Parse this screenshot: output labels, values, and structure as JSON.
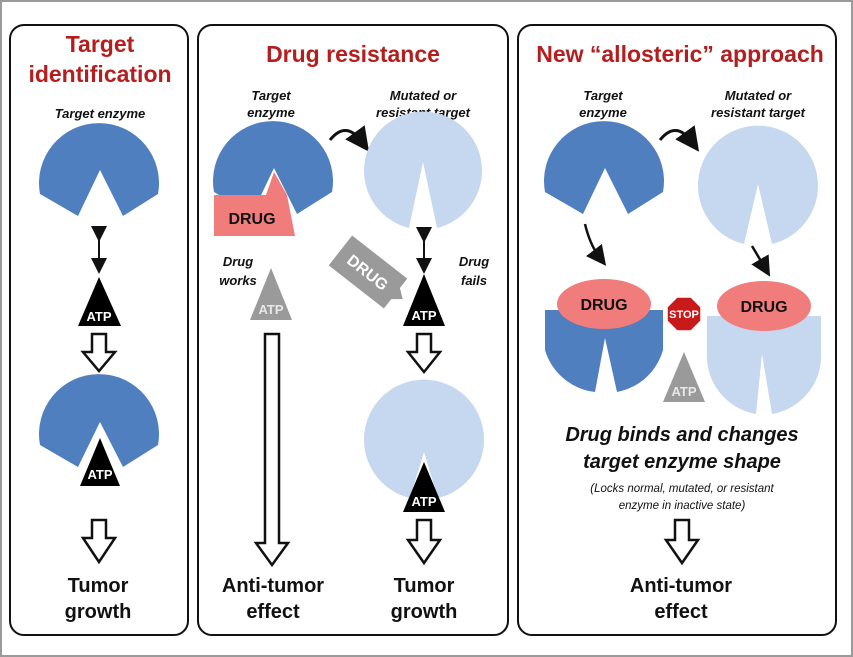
{
  "panels": {
    "target": {
      "title_line1": "Target",
      "title_line2": "identification",
      "enzyme_label": "Target enzyme",
      "atp": "ATP",
      "atp_bound": "ATP",
      "outcome_line1": "Tumor",
      "outcome_line2": "growth"
    },
    "resistance": {
      "title": "Drug resistance",
      "enzyme_label_line1": "Target",
      "enzyme_label_line2": "enzyme",
      "mutated_label_line1": "Mutated or",
      "mutated_label_line2": "resistant target",
      "drug": "DRUG",
      "drug_rotated": "DRUG",
      "works_line1": "Drug",
      "works_line2": "works",
      "fails_line1": "Drug",
      "fails_line2": "fails",
      "atp_grey": "ATP",
      "atp_black": "ATP",
      "atp_bound": "ATP",
      "outcome_left_line1": "Anti-tumor",
      "outcome_left_line2": "effect",
      "outcome_right_line1": "Tumor",
      "outcome_right_line2": "growth"
    },
    "allosteric": {
      "title": "New “allosteric” approach",
      "enzyme_label_line1": "Target",
      "enzyme_label_line2": "enzyme",
      "mutated_label_line1": "Mutated or",
      "mutated_label_line2": "resistant target",
      "drug_left": "DRUG",
      "drug_right": "DRUG",
      "stop": "STOP",
      "atp": "ATP",
      "caption_line1": "Drug  binds and changes",
      "caption_line2": "target enzyme shape",
      "note_line1": "(Locks normal, mutated, or resistant",
      "note_line2": "enzyme in inactive state)",
      "outcome_line1": "Anti-tumor",
      "outcome_line2": "effect"
    }
  },
  "colors": {
    "title": "#b41e1e",
    "enzyme": "#4f7fbf",
    "mutated": "#c6d8ef",
    "drug": "#f07c7c",
    "atp": "#000000",
    "atp_grey": "#9a9a9a",
    "stop": "#c81a1a"
  }
}
